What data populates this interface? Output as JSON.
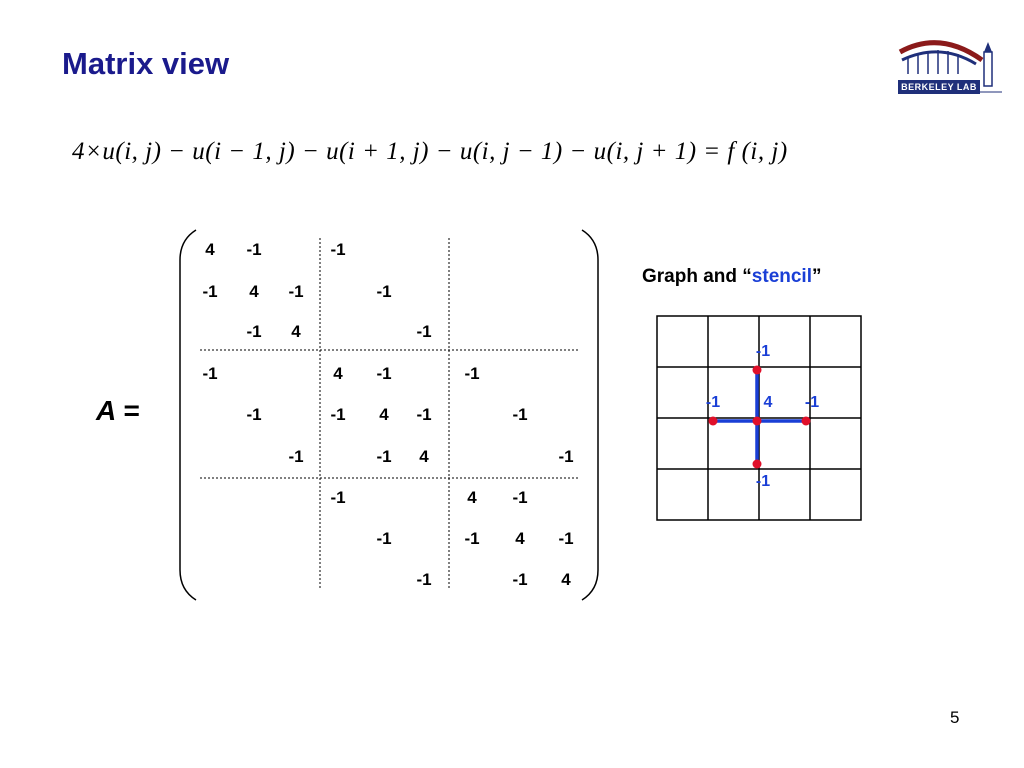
{
  "slide": {
    "title": "Matrix view",
    "page_number": "5",
    "logo_text": "BERKELEY LAB"
  },
  "equation": "4×u(i, j) − u(i − 1, j) − u(i + 1, j) − u(i, j − 1) − u(i, j + 1) = f (i, j)",
  "matrix": {
    "label": "A =",
    "rows": [
      [
        "4",
        "-1",
        "",
        "-1",
        "",
        "",
        "",
        "",
        ""
      ],
      [
        "-1",
        "4",
        "-1",
        "",
        "-1",
        "",
        "",
        "",
        ""
      ],
      [
        "",
        "-1",
        "4",
        "",
        "",
        "-1",
        "",
        "",
        ""
      ],
      [
        "-1",
        "",
        "",
        "4",
        "-1",
        "",
        "-1",
        "",
        ""
      ],
      [
        "",
        "-1",
        "",
        "-1",
        "4",
        "-1",
        "",
        "-1",
        ""
      ],
      [
        "",
        "",
        "-1",
        "",
        "-1",
        "4",
        "",
        "",
        "-1"
      ],
      [
        "",
        "",
        "",
        "-1",
        "",
        "",
        "4",
        "-1",
        ""
      ],
      [
        "",
        "",
        "",
        "",
        "-1",
        "",
        "-1",
        "4",
        "-1"
      ],
      [
        "",
        "",
        "",
        "",
        "",
        "-1",
        "",
        "-1",
        "4"
      ]
    ]
  },
  "graph": {
    "title_prefix": "Graph and “",
    "title_accent": "stencil",
    "title_suffix": "”",
    "stencil": {
      "top": "-1",
      "left": "-1",
      "center": "4",
      "right": "-1",
      "bottom": "-1"
    },
    "colors": {
      "stencil_line": "#1a3fd6",
      "node": "#e0102a",
      "label": "#1a3fd6"
    }
  },
  "colors": {
    "title": "#1a1a8c"
  }
}
